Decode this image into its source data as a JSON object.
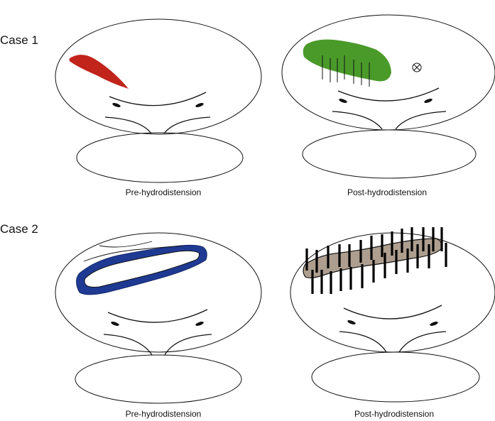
{
  "case1": {
    "label": "Case 1",
    "left_caption": "Pre-hydrodistension",
    "right_caption": "Post-hydrodistension",
    "colors": {
      "pre_lesion": "#c0241b",
      "post_lesion": "#4a9a2a"
    },
    "icons": [
      "circled-cross-icon"
    ]
  },
  "case2": {
    "label": "Case 2",
    "left_caption": "Pre-hydrodistension",
    "right_caption": "Post-hydrodistension",
    "colors": {
      "pre_lesion": "#1f3a93",
      "post_lesion": "#ad9e8f"
    }
  }
}
